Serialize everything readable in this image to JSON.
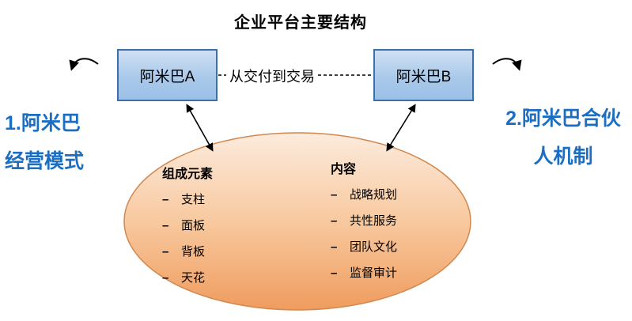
{
  "title": "企业平台主要结构",
  "boxes": {
    "a": "阿米巴A",
    "b": "阿米巴B"
  },
  "connector": {
    "label": "从交付到交易"
  },
  "left_note": {
    "line1": "1.阿米巴",
    "line2": "经营模式"
  },
  "right_note": {
    "line1": "2.阿米巴合伙",
    "line2": "人机制"
  },
  "ellipse": {
    "bullet": "–",
    "left_group": {
      "header": "组成元素",
      "items": [
        "支柱",
        "面板",
        "背板",
        "天花"
      ]
    },
    "right_group": {
      "header": "内容",
      "items": [
        "战略规划",
        "共性服务",
        "团队文化",
        "监督审计"
      ]
    }
  },
  "colors": {
    "accent_blue_text": "#1b6ec2",
    "box_fill": "#a9c9ea",
    "box_border": "#3f6fa8",
    "ellipse_fill_top": "#fcebdd",
    "ellipse_fill_bottom": "#ef9c5e",
    "ellipse_border": "#d1884e",
    "line_color": "#000000"
  }
}
